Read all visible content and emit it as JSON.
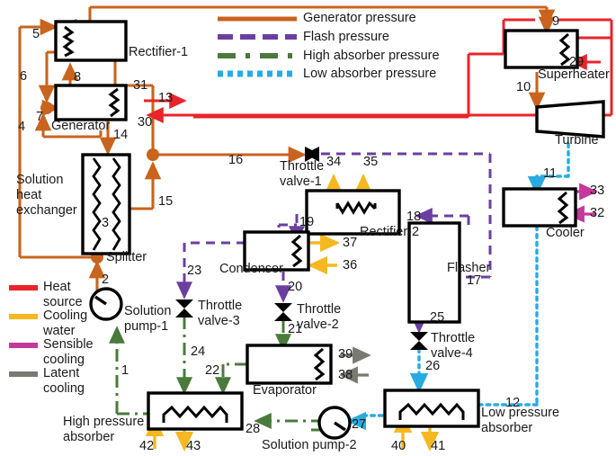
{
  "diagram": {
    "title": "Absorption refrigeration cycle process flow diagram",
    "colors": {
      "generator_pressure": "#C8641E",
      "flash_pressure": "#6B3FA0",
      "high_absorber_pressure": "#4A7A3C",
      "low_absorber_pressure": "#29ABE2",
      "heat_source": "#E8252A",
      "cooling_water": "#F5B820",
      "sensible_cooling": "#C4399A",
      "latent_cooling": "#7A7A72",
      "outline": "#000000"
    }
  },
  "legend_pressure": {
    "items": [
      {
        "label": "Generator pressure",
        "style": "solid",
        "color": "#C8641E"
      },
      {
        "label": "Flash pressure",
        "style": "dashed",
        "color": "#6B3FA0"
      },
      {
        "label": "High absorber pressure",
        "style": "dash-dot",
        "color": "#4A7A3C"
      },
      {
        "label": "Low absorber pressure",
        "style": "dotted",
        "color": "#29ABE2"
      }
    ]
  },
  "legend_heat": {
    "items": [
      {
        "label": "Heat source",
        "color": "#E8252A"
      },
      {
        "label": "Cooling water",
        "color": "#F5B820"
      },
      {
        "label": "Sensible cooling",
        "color": "#C4399A"
      },
      {
        "label": "Latent cooling",
        "color": "#7A7A72"
      }
    ]
  },
  "equipment": [
    {
      "id": "rectifier1",
      "label": "Rectifier-1"
    },
    {
      "id": "generator",
      "label": "Generator"
    },
    {
      "id": "solution_heat_exchanger",
      "label": "Solution heat exchanger"
    },
    {
      "id": "splitter",
      "label": "Splitter"
    },
    {
      "id": "solution_pump_1",
      "label": "Solution pump-1"
    },
    {
      "id": "throttle_valve_1",
      "label": "Throttle valve-1"
    },
    {
      "id": "throttle_valve_2",
      "label": "Throttle valve-2"
    },
    {
      "id": "throttle_valve_3",
      "label": "Throttle valve-3"
    },
    {
      "id": "throttle_valve_4",
      "label": "Throttle valve-4"
    },
    {
      "id": "rectifier2",
      "label": "Rectifier-2"
    },
    {
      "id": "condenser",
      "label": "Condenser"
    },
    {
      "id": "flasher",
      "label": "Flasher"
    },
    {
      "id": "evaporator",
      "label": "Evaporator"
    },
    {
      "id": "high_pressure_absorber",
      "label": "High pressure absorber"
    },
    {
      "id": "low_pressure_absorber",
      "label": "Low pressure absorber"
    },
    {
      "id": "solution_pump_2",
      "label": "Solution pump-2"
    },
    {
      "id": "superheater",
      "label": "Superheater"
    },
    {
      "id": "turbine",
      "label": "Turbine"
    },
    {
      "id": "cooler",
      "label": "Cooler"
    }
  ],
  "streams": [
    {
      "n": "1"
    },
    {
      "n": "2"
    },
    {
      "n": "3"
    },
    {
      "n": "4"
    },
    {
      "n": "5"
    },
    {
      "n": "6"
    },
    {
      "n": "7"
    },
    {
      "n": "8"
    },
    {
      "n": "9"
    },
    {
      "n": "10"
    },
    {
      "n": "11"
    },
    {
      "n": "12"
    },
    {
      "n": "13"
    },
    {
      "n": "14"
    },
    {
      "n": "15"
    },
    {
      "n": "16"
    },
    {
      "n": "17"
    },
    {
      "n": "18"
    },
    {
      "n": "19"
    },
    {
      "n": "20"
    },
    {
      "n": "21"
    },
    {
      "n": "22"
    },
    {
      "n": "23"
    },
    {
      "n": "24"
    },
    {
      "n": "25"
    },
    {
      "n": "26"
    },
    {
      "n": "27"
    },
    {
      "n": "28"
    },
    {
      "n": "29"
    },
    {
      "n": "30"
    },
    {
      "n": "31"
    },
    {
      "n": "32"
    },
    {
      "n": "33"
    },
    {
      "n": "34"
    },
    {
      "n": "35"
    },
    {
      "n": "36"
    },
    {
      "n": "37"
    },
    {
      "n": "38"
    },
    {
      "n": "39"
    },
    {
      "n": "40"
    },
    {
      "n": "41"
    },
    {
      "n": "42"
    },
    {
      "n": "43"
    }
  ],
  "labels": {
    "rectifier1": "Rectifier-1",
    "generator": "Generator",
    "she_l1": "Solution",
    "she_l2": "heat",
    "she_l3": "exchanger",
    "splitter": "Splitter",
    "pump1_l1": "Solution",
    "pump1_l2": "pump-1",
    "tv1_l1": "Throttle",
    "tv1_l2": "valve-1",
    "tv2_l1": "Throttle",
    "tv2_l2": "valve-2",
    "tv3_l1": "Throttle",
    "tv3_l2": "valve-3",
    "tv4_l1": "Throttle",
    "tv4_l2": "valve-4",
    "rectifier2": "Rectifier-2",
    "condenser": "Condenser",
    "flasher": "Flasher",
    "evaporator": "Evaporator",
    "hpa_l1": "High pressure",
    "hpa_l2": "absorber",
    "lpa_l1": "Low pressure",
    "lpa_l2": "absorber",
    "pump2": "Solution pump-2",
    "superheater": "Superheater",
    "turbine": "Turbine",
    "cooler": "Cooler",
    "legend_gen": "Generator pressure",
    "legend_flash": "Flash pressure",
    "legend_high": "High absorber pressure",
    "legend_low": "Low absorber pressure",
    "legend_heat_l1": "Heat",
    "legend_heat_l2": "source",
    "legend_cool_l1": "Cooling",
    "legend_cool_l2": "water",
    "legend_sens_l1": "Sensible",
    "legend_sens_l2": "cooling",
    "legend_lat_l1": "Latent",
    "legend_lat_l2": "cooling",
    "s1": "1",
    "s2": "2",
    "s3": "3",
    "s4": "4",
    "s5": "5",
    "s6": "6",
    "s7": "7",
    "s8": "8",
    "s9": "9",
    "s10": "10",
    "s11": "11",
    "s12": "12",
    "s13": "13",
    "s14": "14",
    "s15": "15",
    "s16": "16",
    "s17": "17",
    "s18": "18",
    "s19": "19",
    "s20": "20",
    "s21": "21",
    "s22": "22",
    "s23": "23",
    "s24": "24",
    "s25": "25",
    "s26": "26",
    "s27": "27",
    "s28": "28",
    "s29": "29",
    "s30": "30",
    "s31": "31",
    "s32": "32",
    "s33": "33",
    "s34": "34",
    "s35": "35",
    "s36": "36",
    "s37": "37",
    "s38": "38",
    "s39": "39",
    "s40": "40",
    "s41": "41",
    "s42": "42",
    "s43": "43"
  }
}
